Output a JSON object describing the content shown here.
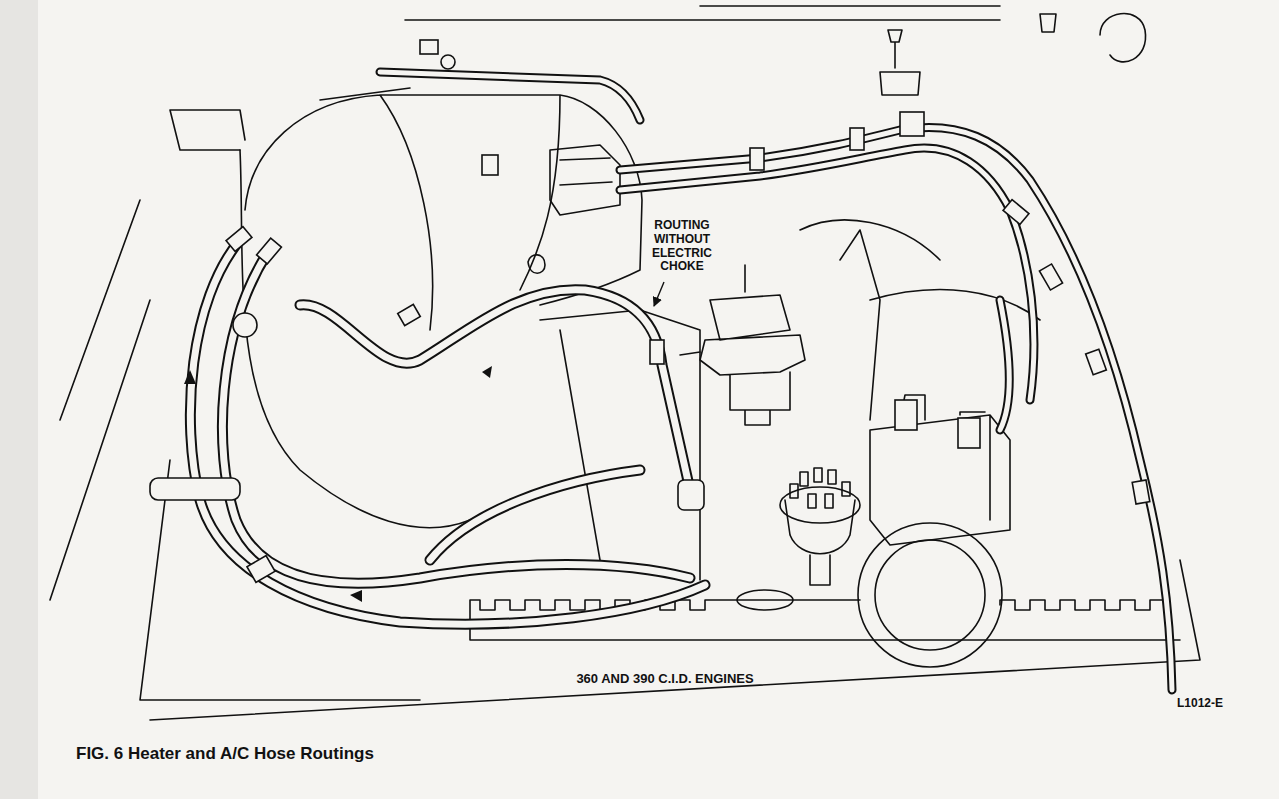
{
  "diagram": {
    "caption": "FIG. 6 Heater and A/C Hose Routings",
    "labels": [
      "ROUTING WITHOUT ELECTRIC CHOKE",
      "360 AND 390 C.I.D. ENGINES",
      "L1012-E"
    ]
  }
}
